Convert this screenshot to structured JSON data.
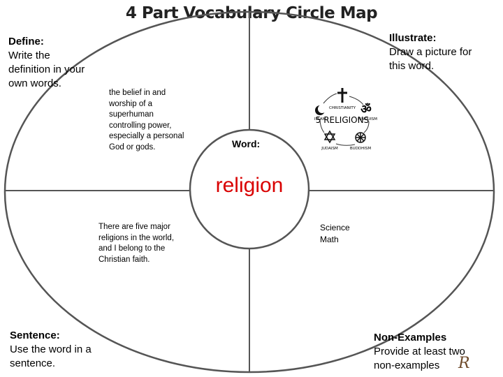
{
  "title": "4 Part Vocabulary Circle Map",
  "define": {
    "heading": "Define:",
    "instruction_lines": [
      "Write the",
      "definition in your",
      "own words."
    ]
  },
  "illustrate": {
    "heading": "Illustrate:",
    "instruction_lines": [
      "Draw a picture for",
      "this word."
    ]
  },
  "sentence": {
    "heading": "Sentence:",
    "instruction_lines": [
      "Use the word in a",
      "sentence."
    ]
  },
  "non_examples": {
    "heading": "Non-Examples",
    "instruction_lines": [
      "Provide at least two",
      "non-examples"
    ]
  },
  "definition_lines": [
    "the belief in and",
    "worship of a",
    "superhuman",
    "controlling power,",
    "especially a personal",
    "God or gods."
  ],
  "sentence_lines": [
    "There are five major",
    "religions in the world,",
    "and I belong to the",
    "Christian faith."
  ],
  "non_example_lines": [
    "Science",
    "Math"
  ],
  "word": {
    "label": "Word:",
    "value": "religion"
  },
  "illustration": {
    "center_text": "5 RELIGIONS",
    "labels": [
      "CHRISTIANITY",
      "HINDUISM",
      "BUDDHISM",
      "JUDAISM",
      "ISLAM"
    ],
    "icons": [
      "cross-icon",
      "om-icon",
      "dharma-wheel-icon",
      "star-of-david-icon",
      "crescent-star-icon"
    ]
  },
  "logo_letter": "R",
  "colors": {
    "line": "#555555",
    "word": "#d90000"
  }
}
